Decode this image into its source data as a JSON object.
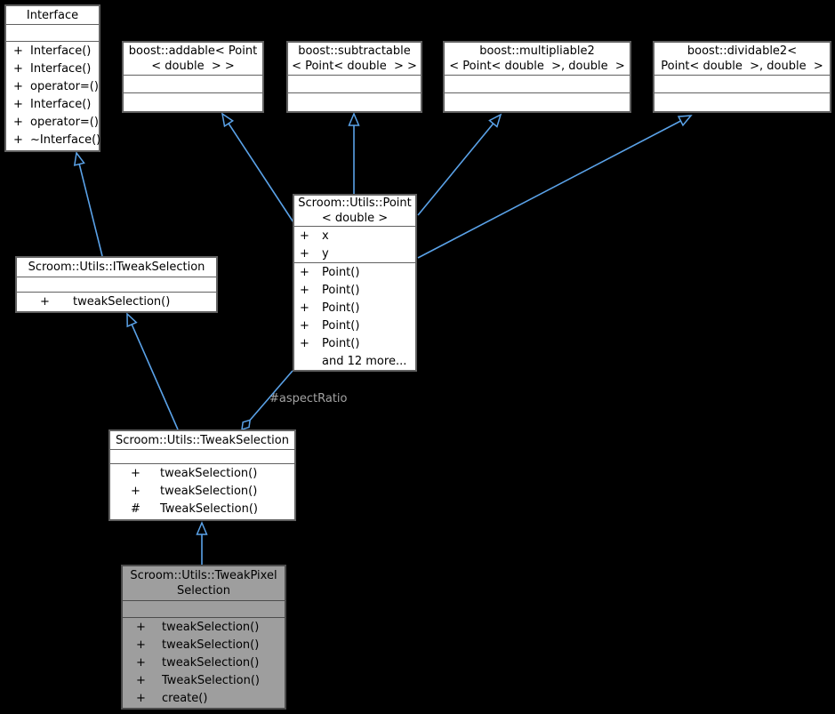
{
  "diagram": {
    "background": "#000000",
    "edge_color": "#5aa2e8",
    "label_color": "#a3a3a3",
    "node_fill": "#ffffff",
    "highlight_fill": "#9e9e9e"
  },
  "edge_label": "#aspectRatio",
  "classes": {
    "interface": {
      "title": "Interface",
      "members": [
        {
          "v": "+",
          "n": "Interface()"
        },
        {
          "v": "+",
          "n": "Interface()"
        },
        {
          "v": "+",
          "n": "operator=()"
        },
        {
          "v": "+",
          "n": "Interface()"
        },
        {
          "v": "+",
          "n": "operator=()"
        },
        {
          "v": "+",
          "n": "~Interface()"
        }
      ]
    },
    "addable": {
      "title_line1": "boost::addable< Point",
      "title_line2": "< double  > >"
    },
    "subtractable": {
      "title_line1": "boost::subtractable",
      "title_line2": "< Point< double  > >"
    },
    "multipliable": {
      "title_line1": "boost::multipliable2",
      "title_line2": "< Point< double  >, double  >"
    },
    "dividable": {
      "title_line1": "boost::dividable2<",
      "title_line2": "Point< double  >, double  >"
    },
    "point": {
      "title_line1": "Scroom::Utils::Point",
      "title_line2": "< double >",
      "attributes": [
        {
          "v": "+",
          "n": "x"
        },
        {
          "v": "+",
          "n": "y"
        }
      ],
      "members": [
        {
          "v": "+",
          "n": "Point()"
        },
        {
          "v": "+",
          "n": "Point()"
        },
        {
          "v": "+",
          "n": "Point()"
        },
        {
          "v": "+",
          "n": "Point()"
        },
        {
          "v": "+",
          "n": "Point()"
        },
        {
          "v": "",
          "n": "and 12 more..."
        }
      ]
    },
    "itweak": {
      "title": "Scroom::Utils::ITweakSelection",
      "members": [
        {
          "v": "+",
          "n": "tweakSelection()"
        }
      ]
    },
    "tweak": {
      "title": "Scroom::Utils::TweakSelection",
      "members": [
        {
          "v": "+",
          "n": "tweakSelection()"
        },
        {
          "v": "+",
          "n": "tweakSelection()"
        },
        {
          "v": "#",
          "n": "TweakSelection()"
        }
      ]
    },
    "tweakpixel": {
      "title_line1": "Scroom::Utils::TweakPixel",
      "title_line2": "Selection",
      "members": [
        {
          "v": "+",
          "n": "tweakSelection()"
        },
        {
          "v": "+",
          "n": "tweakSelection()"
        },
        {
          "v": "+",
          "n": "tweakSelection()"
        },
        {
          "v": "+",
          "n": "TweakSelection()"
        },
        {
          "v": "+",
          "n": "create()"
        }
      ]
    }
  }
}
